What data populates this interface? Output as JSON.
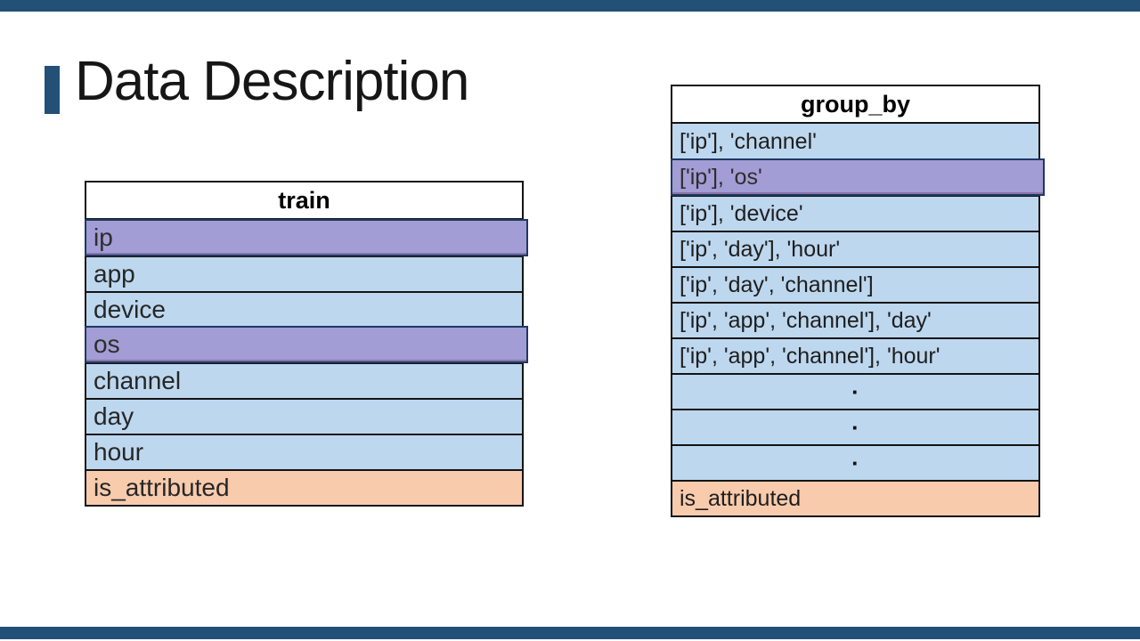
{
  "colors": {
    "bar-blue": "#235077",
    "row-blue": "#BDD7EE",
    "row-purple": "#A29DD4",
    "row-peach": "#F8CBAD",
    "highlight-border": "#1F3864",
    "table-border": "#141414"
  },
  "title": "Data Description",
  "train_table": {
    "header": "train",
    "rows": [
      {
        "label": "ip",
        "variant": "purple"
      },
      {
        "label": "app",
        "variant": "blue"
      },
      {
        "label": "device",
        "variant": "blue"
      },
      {
        "label": "os",
        "variant": "purple"
      },
      {
        "label": "channel",
        "variant": "blue"
      },
      {
        "label": "day",
        "variant": "blue"
      },
      {
        "label": "hour",
        "variant": "blue"
      },
      {
        "label": "is_attributed",
        "variant": "peach"
      }
    ]
  },
  "group_by_table": {
    "header": "group_by",
    "rows": [
      {
        "label": "['ip'], 'channel'",
        "variant": "blue"
      },
      {
        "label": "['ip'], 'os'",
        "variant": "purple"
      },
      {
        "label": "['ip'], 'device'",
        "variant": "blue"
      },
      {
        "label": "['ip', 'day'], 'hour'",
        "variant": "blue"
      },
      {
        "label": "['ip', 'day', 'channel']",
        "variant": "blue"
      },
      {
        "label": "['ip', 'app', 'channel'], 'day'",
        "variant": "blue"
      },
      {
        "label": "['ip', 'app', 'channel'], 'hour'",
        "variant": "blue"
      },
      {
        "label": "·",
        "variant": "blue-dot"
      },
      {
        "label": "·",
        "variant": "blue-dot"
      },
      {
        "label": "·",
        "variant": "blue-dot"
      },
      {
        "label": "is_attributed",
        "variant": "peach"
      }
    ]
  }
}
